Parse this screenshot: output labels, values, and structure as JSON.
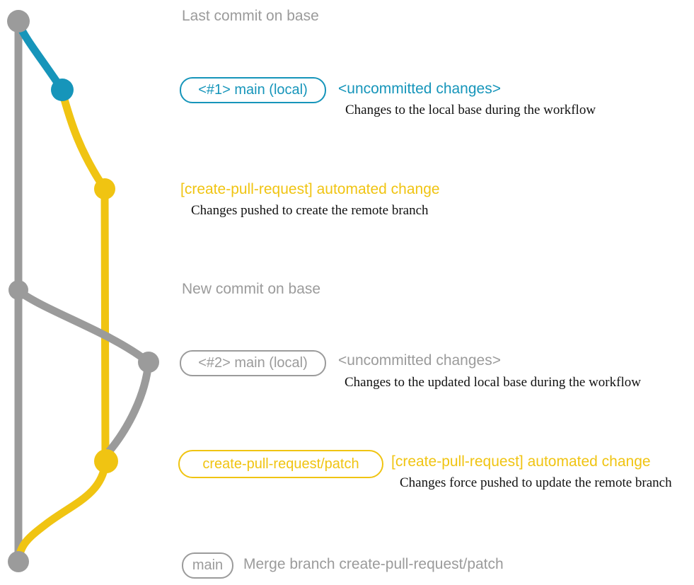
{
  "colors": {
    "teal": "#1695BA",
    "yellow": "#F0C412",
    "gray": "#9B9B9B",
    "text_dark": "#111111"
  },
  "annotations": {
    "last_commit": "Last commit on base",
    "new_commit": "New commit on base"
  },
  "rows": {
    "local1": {
      "badge": "<#1> main (local)",
      "title": "<uncommitted changes>",
      "description": "Changes to the local base during the workflow"
    },
    "push1": {
      "title": "[create-pull-request] automated change",
      "description": "Changes pushed to create the remote branch"
    },
    "local2": {
      "badge": "<#2> main (local)",
      "title": "<uncommitted changes>",
      "description": "Changes to the updated local base during the workflow"
    },
    "push2": {
      "badge": "create-pull-request/patch",
      "title": "[create-pull-request] automated change",
      "description": "Changes force pushed to update the remote branch"
    },
    "merge": {
      "badge": "main",
      "title": "Merge branch create-pull-request/patch"
    }
  },
  "graph": {
    "branches": [
      "base (main)",
      "local main",
      "create-pull-request/patch"
    ],
    "commit_count": 7
  }
}
